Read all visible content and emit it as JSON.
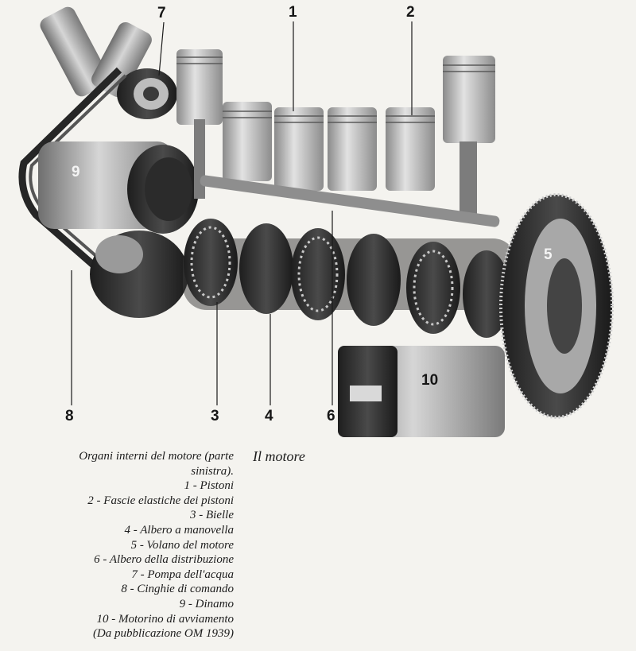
{
  "figure": {
    "callouts": [
      {
        "id": "n7",
        "label": "7"
      },
      {
        "id": "n1",
        "label": "1"
      },
      {
        "id": "n2",
        "label": "2"
      },
      {
        "id": "n9",
        "label": "9"
      },
      {
        "id": "n5",
        "label": "5"
      },
      {
        "id": "n10",
        "label": "10"
      },
      {
        "id": "n8",
        "label": "8"
      },
      {
        "id": "n3",
        "label": "3"
      },
      {
        "id": "n4",
        "label": "4"
      },
      {
        "id": "n6",
        "label": "6"
      }
    ]
  },
  "caption": {
    "lines": [
      "Organi interni del motore (parte",
      "sinistra).",
      "1 - Pistoni",
      "2 - Fascie elastiche dei pistoni",
      "3 - Bielle",
      "4 - Albero a manovella",
      "5 - Volano del motore",
      "6 - Albero della distribuzione",
      "7 - Pompa dell'acqua",
      "8 - Cinghie di comando",
      "9 - Dinamo",
      "10 - Motorino di avviamento",
      "(Da pubblicazione OM 1939)"
    ]
  },
  "section_title": "Il motore"
}
